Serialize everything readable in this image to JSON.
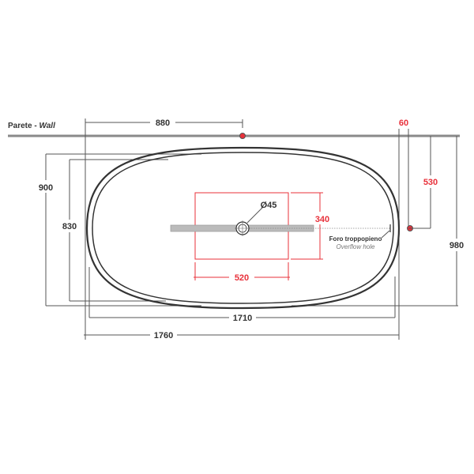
{
  "wall_label": "Parete - ",
  "wall_label_en": "Wall",
  "dimensions": {
    "wall_to_drain": "880",
    "overflow_offset": "60",
    "overflow_depth": "530",
    "outer_width": "900",
    "inner_width": "830",
    "total_depth": "980",
    "drain_zone_height": "340",
    "drain_zone_width": "520",
    "drain_diameter": "Ø45",
    "inner_length": "1710",
    "outer_length": "1760"
  },
  "overflow_label": "Foro troppopieno",
  "overflow_label_en": "Overflow hole",
  "colors": {
    "accent": "#e8303a",
    "line": "#555555",
    "wall": "#8a8a8a"
  }
}
